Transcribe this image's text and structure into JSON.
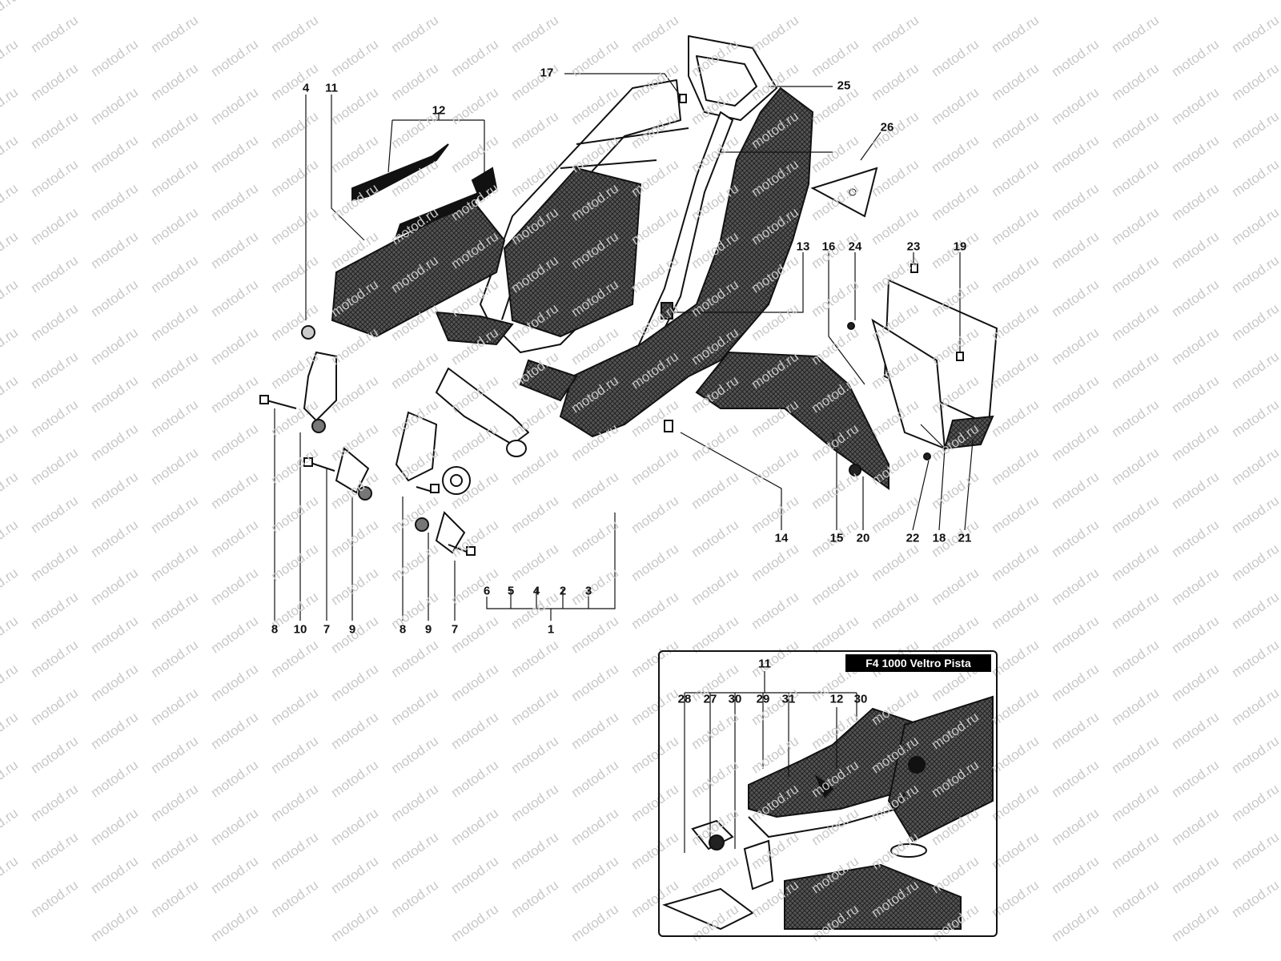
{
  "watermark": "motod.ru",
  "inset": {
    "title": "F4 1000 Veltro Pista"
  },
  "callouts": {
    "c4_top": "4",
    "c11_top": "11",
    "c12_top": "12",
    "c17": "17",
    "c25": "25",
    "c26": "26",
    "c13": "13",
    "c16": "16",
    "c24": "24",
    "c23": "23",
    "c19": "19",
    "c14": "14",
    "c15": "15",
    "c20": "20",
    "c22": "22",
    "c18": "18",
    "c21": "21",
    "c6": "6",
    "c5": "5",
    "c4_mid": "4",
    "c2": "2",
    "c3": "3",
    "c1": "1",
    "c8a": "8",
    "c10": "10",
    "c7a": "7",
    "c9a": "9",
    "c8b": "8",
    "c9b": "9",
    "c7b": "7",
    "i11": "11",
    "i28": "28",
    "i27": "27",
    "i30a": "30",
    "i29": "29",
    "i31": "31",
    "i12": "12",
    "i30b": "30"
  }
}
